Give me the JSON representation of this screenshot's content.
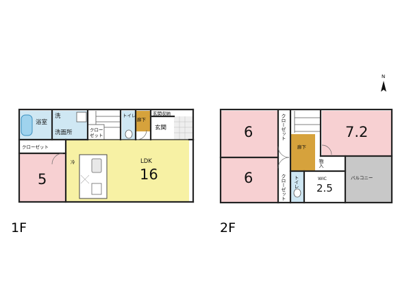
{
  "floor1": {
    "label": "1F",
    "rooms": {
      "bath": "浴室",
      "wash": "洗",
      "washroom": "洗面所",
      "closet_w": "クローゼット",
      "closet_v": "クローゼット",
      "toilet": "トイレ",
      "hall": "廊下",
      "entrance_storage": "玄関収納",
      "entrance": "玄関",
      "room5": "5",
      "fridge": "冷",
      "ldk": "LDK",
      "ldk_size": "16"
    }
  },
  "floor2": {
    "label": "2F",
    "rooms": {
      "room6a": "6",
      "room6b": "6",
      "room72": "7.2",
      "closet_a": "クローゼット",
      "closet_b": "クローゼット",
      "hall": "廊下",
      "storage": "物入",
      "toilet": "トイレ",
      "wic": "WIC",
      "wic_size": "2.5",
      "balcony": "バルコニー"
    }
  },
  "compass": {
    "north": "N"
  },
  "colors": {
    "bedroom": "#f7d0d2",
    "ldk": "#f7f1a4",
    "wet": "#cfe7f3",
    "hall": "#d6a23c",
    "balcony": "#c8c8c8",
    "wall": "#222222"
  }
}
